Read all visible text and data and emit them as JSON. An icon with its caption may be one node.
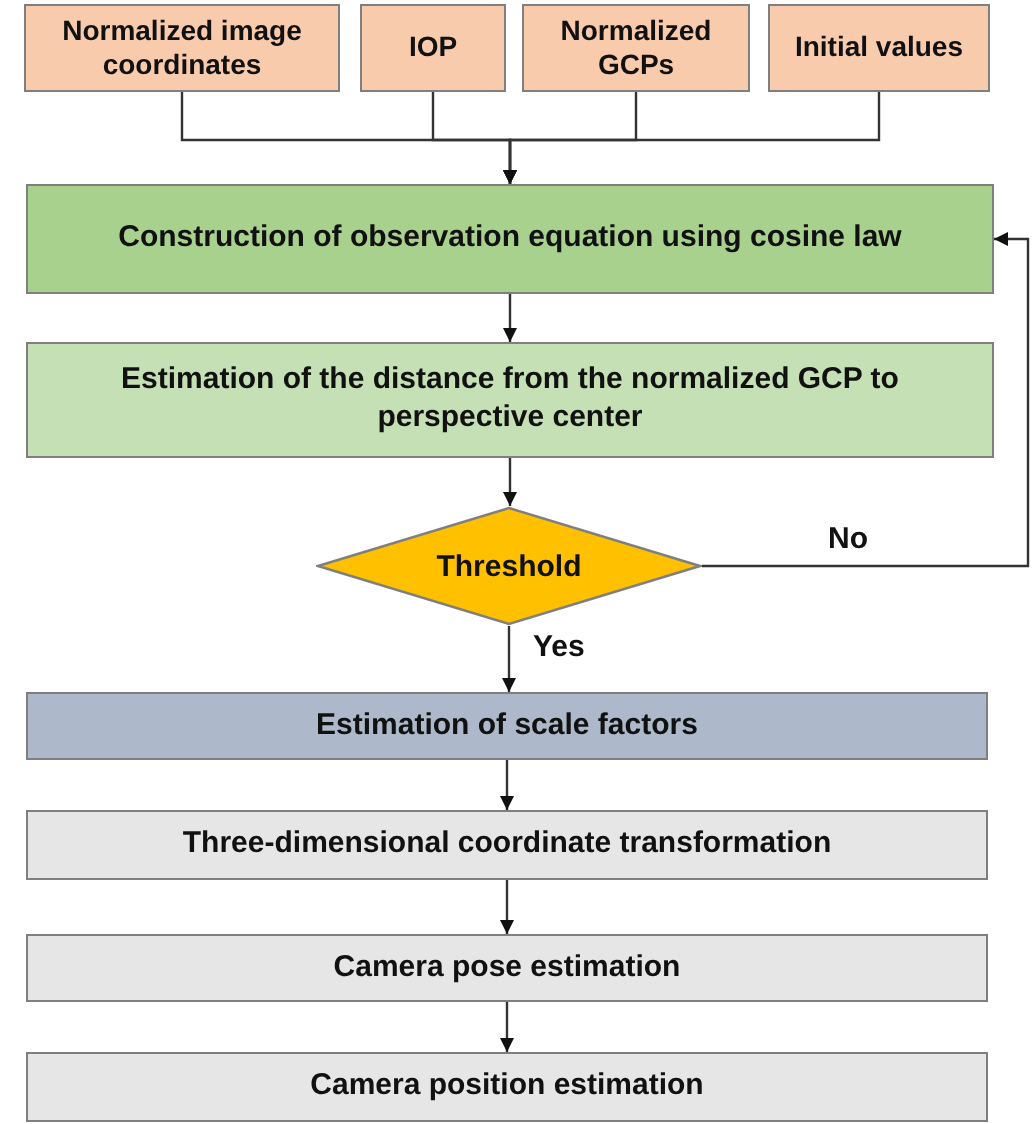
{
  "diagram": {
    "nodes": [
      {
        "text": [
          "Normalized image coordinates"
        ]
      },
      {
        "text": [
          "IOP"
        ]
      },
      {
        "text": [
          "Normalized GCPs"
        ]
      },
      {
        "text": [
          "Initial values"
        ]
      },
      {
        "text": [
          "Construction of observation equation using cosine law"
        ]
      },
      {
        "text": [
          "Estimation of the distance from the normalized GCP to perspective center"
        ]
      },
      {
        "text": [
          "Threshold"
        ]
      },
      {
        "text": [
          "Estimation of scale factors"
        ]
      },
      {
        "text": [
          "Three-dimensional coordinate transformation"
        ]
      },
      {
        "text": [
          "Camera pose estimation"
        ]
      },
      {
        "text": [
          "Camera position estimation"
        ]
      }
    ],
    "edges": [
      {
        "from": 0,
        "to": 4,
        "arrow": "to"
      },
      {
        "from": 1,
        "to": 4,
        "arrow": "to"
      },
      {
        "from": 2,
        "to": 4,
        "arrow": "to"
      },
      {
        "from": 3,
        "to": 4,
        "arrow": "to"
      },
      {
        "from": 4,
        "to": 5,
        "arrow": "to"
      },
      {
        "from": 5,
        "to": 6,
        "arrow": "to"
      },
      {
        "from": 6,
        "to": 7,
        "arrow": "to",
        "label": "Yes"
      },
      {
        "from": 6,
        "to": 4,
        "arrow": "to",
        "label": "No"
      },
      {
        "from": 7,
        "to": 8,
        "arrow": "to"
      },
      {
        "from": 8,
        "to": 9,
        "arrow": "to"
      },
      {
        "from": 9,
        "to": 10,
        "arrow": "to"
      }
    ]
  }
}
